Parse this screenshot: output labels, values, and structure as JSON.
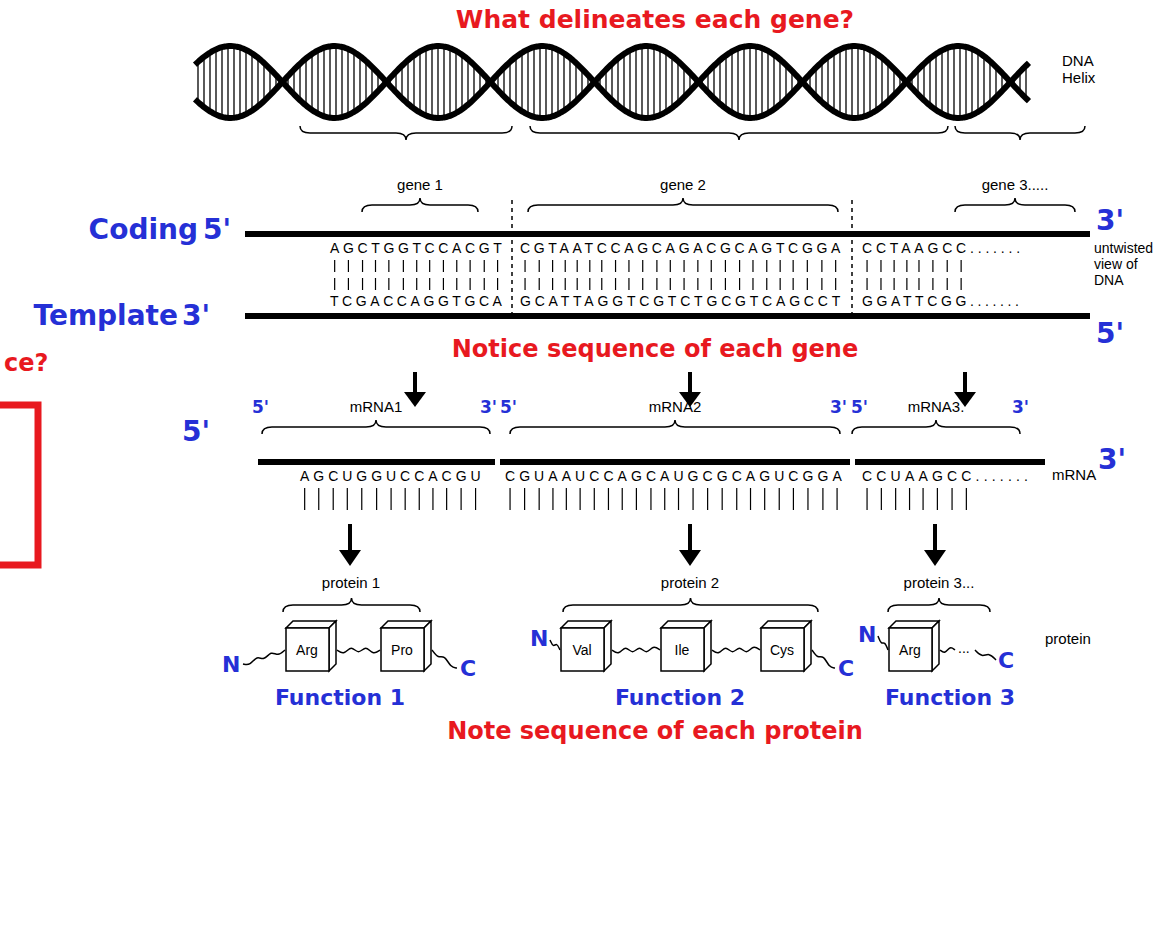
{
  "diagram": {
    "title": "What delineates each gene?",
    "nodes": [
      {
        "text": [
          "Arg"
        ]
      },
      {
        "text": [
          "Pro"
        ]
      },
      {
        "text": [
          "Val"
        ]
      },
      {
        "text": [
          "Ile"
        ]
      },
      {
        "text": [
          "Cys"
        ]
      },
      {
        "text": [
          "Arg"
        ]
      }
    ],
    "edges": [
      {
        "from": 0,
        "to": 1,
        "arrow": "none"
      },
      {
        "from": 2,
        "to": 3,
        "arrow": "none"
      },
      {
        "from": 3,
        "to": 4,
        "arrow": "none"
      }
    ],
    "labels": [
      "DNA Helix",
      "gene 1",
      "gene 2",
      "gene 3.....",
      "Coding",
      "5'",
      "3'",
      "AGCTGGTCCACGT",
      "CGTAATCCAGCAGACGCAGTCGGA",
      "CCTAAGCC.......",
      "untwisted view of DNA",
      "Template",
      "3'",
      "TCGACCAGGTGCA",
      "GCATTAGGTCGTCTGCGTCAGCCT",
      "GGATTCGG.......",
      "5'",
      "Notice sequence of each gene",
      "ce?",
      "5'",
      "mRNA1",
      "5'",
      "3'",
      "mRNA2",
      "5'",
      "3'",
      "mRNA3.",
      "5'",
      "3'",
      "AGCUGGUCCACGU",
      "CGUAAUCCAGCAUGCGCAGUCGGA",
      "CCUAAGCC.......",
      "mRNA",
      "3'",
      "protein 1",
      "protein 2",
      "protein 3...",
      "protein",
      "N",
      "C",
      "N",
      "C",
      "N",
      "C",
      "...",
      "Function 1",
      "Function 2",
      "Function 3",
      "Note sequence of each protein"
    ]
  }
}
